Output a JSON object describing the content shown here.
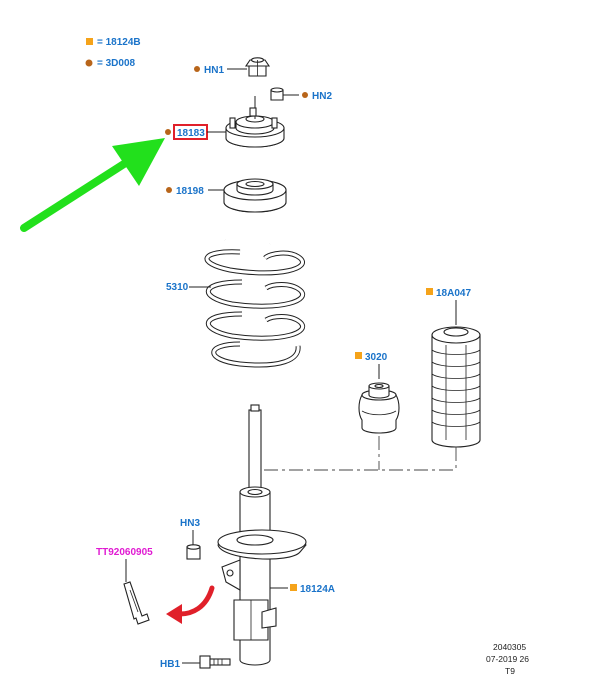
{
  "legend": [
    {
      "marker": "square",
      "color": "#f5a31a",
      "text": "= 18124B"
    },
    {
      "marker": "dot",
      "color": "#b8651a",
      "text": "= 3D008"
    }
  ],
  "callouts": {
    "hn1": "HN1",
    "hn2": "HN2",
    "p18183": "18183",
    "p18198": "18198",
    "p5310": "5310",
    "p18a047": "18A047",
    "p3020": "3020",
    "hn3": "HN3",
    "tt": "TT92060905",
    "p18124a": "18124A",
    "hb1": "HB1"
  },
  "colors": {
    "label": "#1a73c9",
    "tool_label": "#e01ad2",
    "square_marker": "#f5a31a",
    "dot_marker": "#b8651a",
    "highlight_box": "#e0202a",
    "green_arrow": "#22e01c",
    "red_arrow": "#e0202a"
  },
  "footer": {
    "line1": "2040305",
    "line2": "07-2019 26",
    "line3": "T9"
  }
}
